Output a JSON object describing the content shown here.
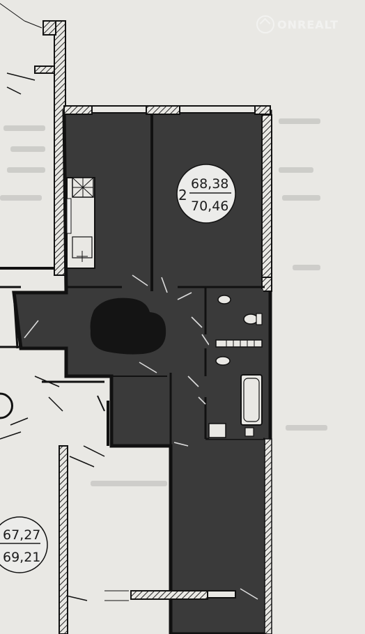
{
  "watermark": {
    "text": "ONREALT",
    "icon": "house-circle-icon"
  },
  "apartment_main": {
    "rooms": "2",
    "area_living": "68,38",
    "area_total": "70,46"
  },
  "apartment_neighbor": {
    "area_living": "67,27",
    "area_total": "69,21"
  },
  "colors": {
    "floor": "#3a3a3a",
    "wall": "#111111",
    "paper": "#e9e8e4",
    "redaction": "#141414"
  }
}
